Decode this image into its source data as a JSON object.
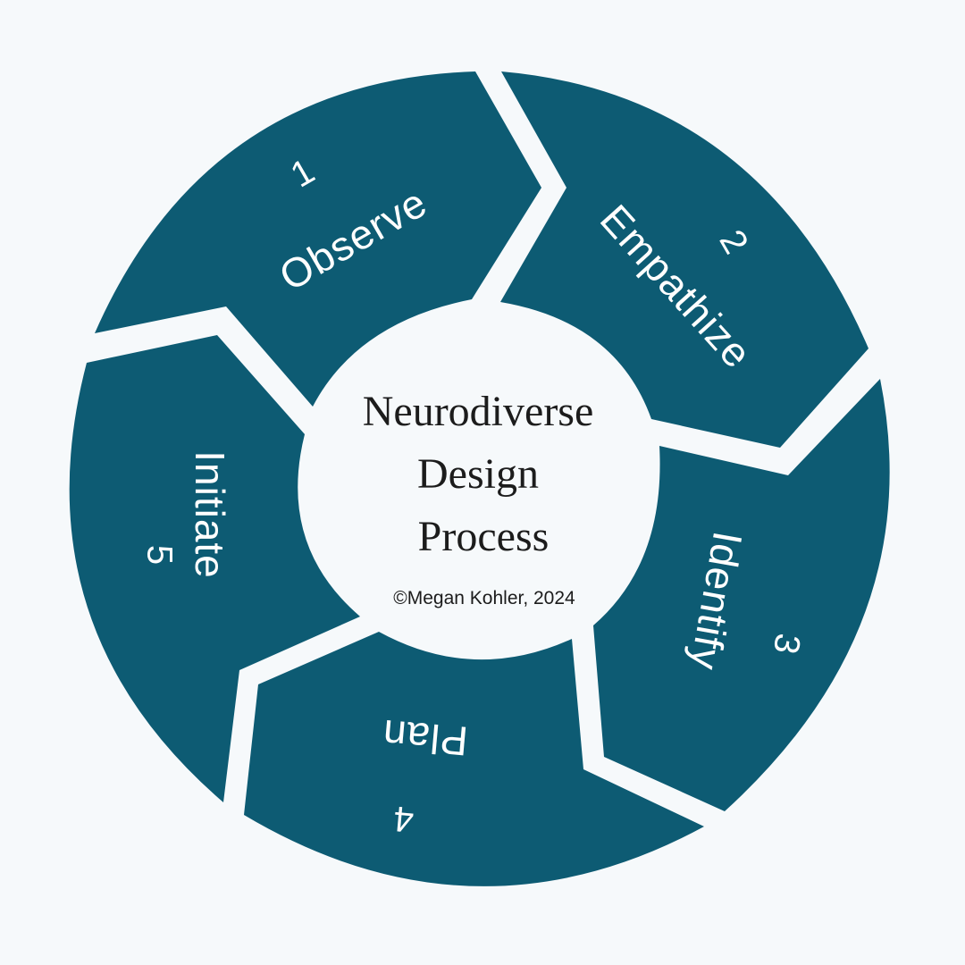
{
  "colors": {
    "segment": "#0d5b73",
    "background": "#f6f9fb",
    "segment_text": "#ffffff",
    "center_text": "#1c1c1c"
  },
  "center": {
    "title_lines": [
      "Neurodiverse",
      "Design",
      "Process"
    ],
    "copyright": "©Megan Kohler, 2024"
  },
  "steps": [
    {
      "number": "1",
      "label": "Observe"
    },
    {
      "number": "2",
      "label": "Empathize"
    },
    {
      "number": "3",
      "label": "Identify"
    },
    {
      "number": "4",
      "label": "Plan"
    },
    {
      "number": "5",
      "label": "Initiate"
    }
  ]
}
